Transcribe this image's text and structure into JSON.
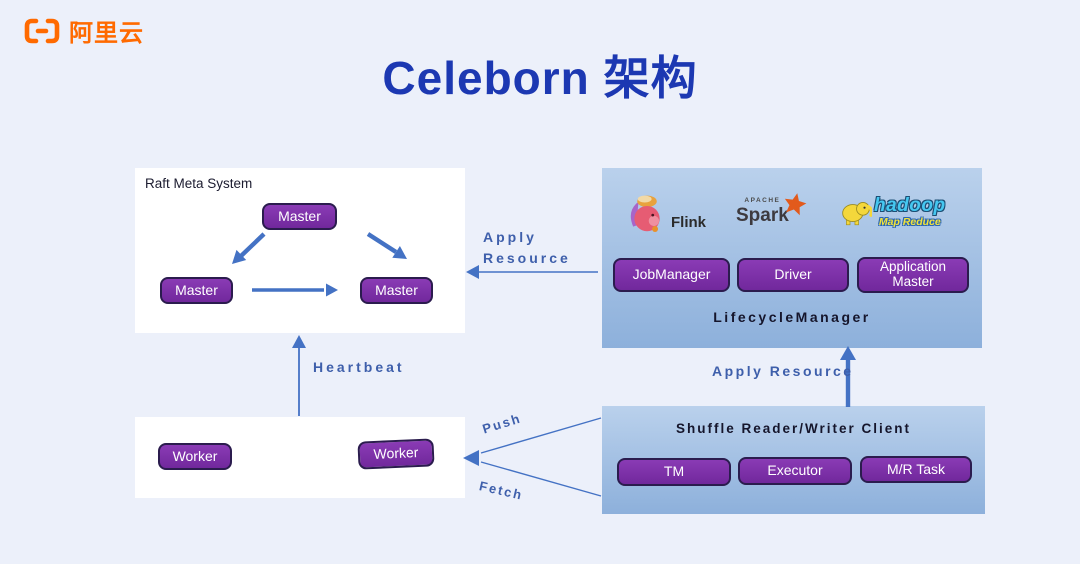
{
  "brand": {
    "name": "阿里云"
  },
  "title": "Celeborn 架构",
  "raft": {
    "label": "Raft Meta System",
    "nodes": [
      "Master",
      "Master",
      "Master"
    ]
  },
  "lifecycle": {
    "label": "LifecycleManager",
    "logos": {
      "flink": {
        "label": "Flink"
      },
      "spark": {
        "super": "APACHE",
        "label": "Spark"
      },
      "hadoop": {
        "label": "hadoop",
        "sub": "Map Reduce"
      }
    },
    "buttons": [
      "JobManager",
      "Driver",
      "Application Master"
    ]
  },
  "shuffle": {
    "label": "Shuffle Reader/Writer Client",
    "buttons": [
      "TM",
      "Executor",
      "M/R Task"
    ]
  },
  "workers": {
    "nodes": [
      "Worker",
      "Worker"
    ]
  },
  "edges": {
    "apply_left": {
      "line1": "Apply",
      "line2": "Resource"
    },
    "heartbeat": "Heartbeat",
    "apply_right": "Apply Resource",
    "push": "Push",
    "fetch": "Fetch"
  },
  "colors": {
    "background": "#ECF0FA",
    "title_blue": "#1C38B2",
    "arrow_blue": "#4472C4",
    "label_blue": "#3E5FAB",
    "node_purple": "#7A2FA5",
    "node_border": "#2B1C4E",
    "brand_orange": "#FF6A00",
    "panel_gradient_top": "#BAD1EC",
    "panel_gradient_bottom": "#8DB0DB"
  }
}
